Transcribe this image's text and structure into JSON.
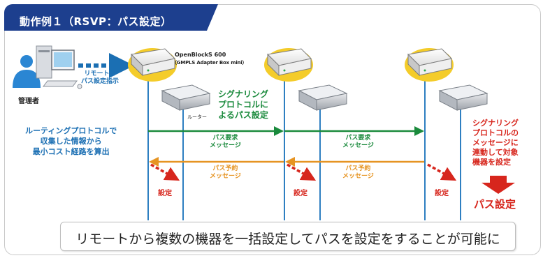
{
  "title": "動作例１（RSVP：パス設定）",
  "admin": {
    "label": "管理者",
    "remote_instruction": [
      "リモートで",
      "パス設定指示"
    ]
  },
  "device": {
    "name": "OpenBlockS 600",
    "subtitle": "（GMPLS Adapter Box mini）",
    "router_label": "ルーター"
  },
  "signaling_label": [
    "シグナリング",
    "プロトコルに",
    "よるパス設定"
  ],
  "routing_label": [
    "ルーティングプロトコルで",
    "収集した情報から",
    "最小コスト経路を算出"
  ],
  "messages": {
    "request": [
      "パス要求",
      "メッセージ"
    ],
    "reserve": [
      "パス予約",
      "メッセージ"
    ]
  },
  "config_label": "設定",
  "right_note": [
    "シグナリング",
    "プロトコルの",
    "メッセージに",
    "連動して対象",
    "機器を設定"
  ],
  "result": "パス設定",
  "summary": "リモートから複数の機器を一括設定してパスを設定をすることが可能に",
  "colors": {
    "title_bar": "#1d3f8e",
    "blue": "#1b6fb3",
    "green": "#1a8a3c",
    "orange": "#e69422",
    "red": "#d7261d",
    "lifeline": "#2e7fc1",
    "gold": "#f4cc2a"
  },
  "icons": [
    "user-icon",
    "computer-icon",
    "device-icon",
    "router-icon",
    "arrow-right-icon",
    "arrow-left-icon",
    "down-arrow-icon"
  ]
}
